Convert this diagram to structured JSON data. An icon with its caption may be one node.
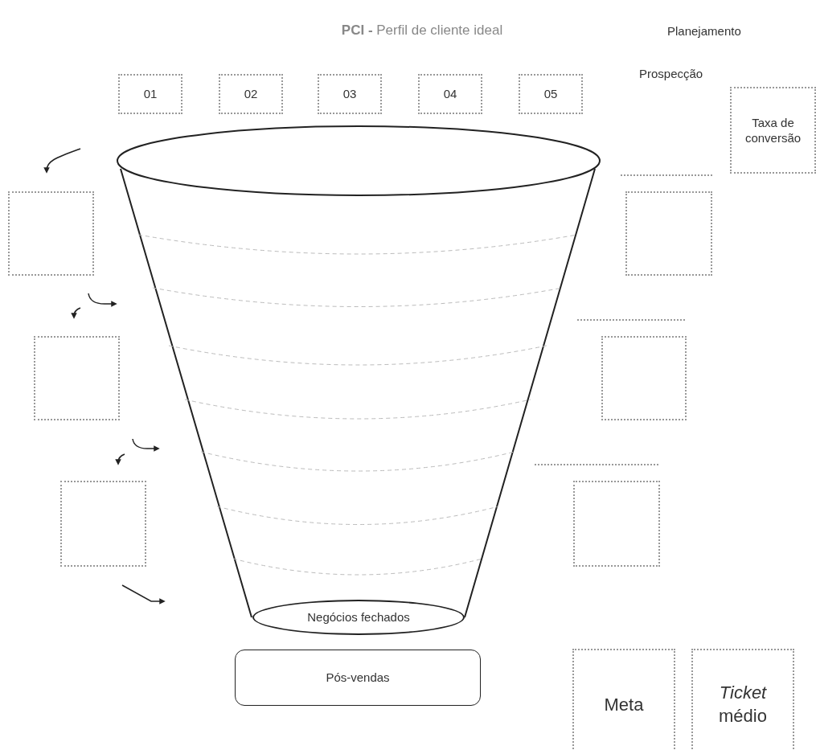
{
  "diagram": {
    "title": "**PCI -** Perfil de cliente ideal",
    "nodes": [
      {
        "text": [
          "01"
        ]
      },
      {
        "text": [
          "02"
        ]
      },
      {
        "text": [
          "03"
        ]
      },
      {
        "text": [
          "04"
        ]
      },
      {
        "text": [
          "05"
        ]
      },
      {
        "text": [
          "Taxa de conversão"
        ]
      },
      {
        "text": [],
        "shape": "box"
      },
      {
        "text": [],
        "shape": "box"
      },
      {
        "text": [],
        "shape": "box"
      },
      {
        "text": [],
        "shape": "box"
      },
      {
        "text": [],
        "shape": "box"
      },
      {
        "text": [],
        "shape": "box"
      },
      {
        "text": [
          "Negócios fechados"
        ]
      },
      {
        "text": [
          "Meta"
        ]
      },
      {
        "text": [
          "*Ticket* médio"
        ]
      },
      {
        "text": [
          "Pós-vendas"
        ]
      }
    ],
    "edges": [],
    "labels": [
      "Planejamento",
      "Prospecção"
    ]
  }
}
